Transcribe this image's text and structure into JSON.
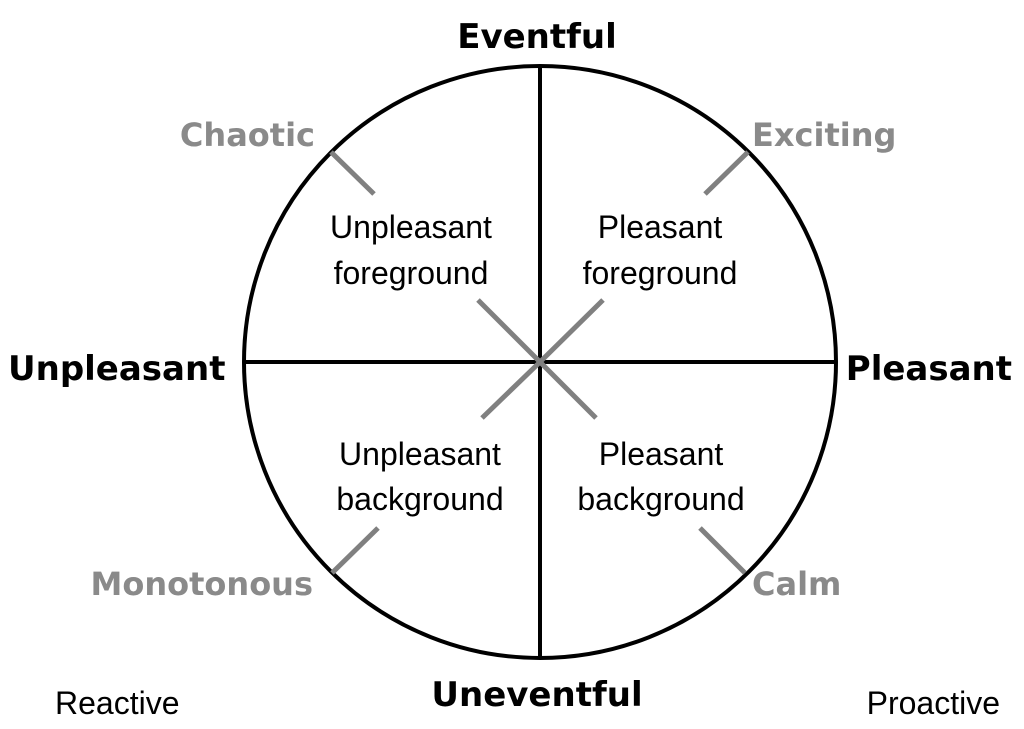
{
  "axes": {
    "top": "Eventful",
    "bottom": "Uneventful",
    "left": "Unpleasant",
    "right": "Pleasant"
  },
  "diagonals": {
    "top_left": "Chaotic",
    "top_right": "Exciting",
    "bottom_left": "Monotonous",
    "bottom_right": "Calm"
  },
  "quadrants": {
    "top_left": [
      "Unpleasant",
      "foreground"
    ],
    "top_right": [
      "Pleasant",
      "foreground"
    ],
    "bottom_left": [
      "Unpleasant",
      "background"
    ],
    "bottom_right": [
      "Pleasant",
      "background"
    ]
  },
  "corners": {
    "bottom_left": "Reactive",
    "bottom_right": "Proactive"
  },
  "colors": {
    "line": "#000000",
    "diagonal": "#808080",
    "diagonal_text": "#8a8a8a",
    "text": "#000000",
    "background": "#ffffff"
  }
}
